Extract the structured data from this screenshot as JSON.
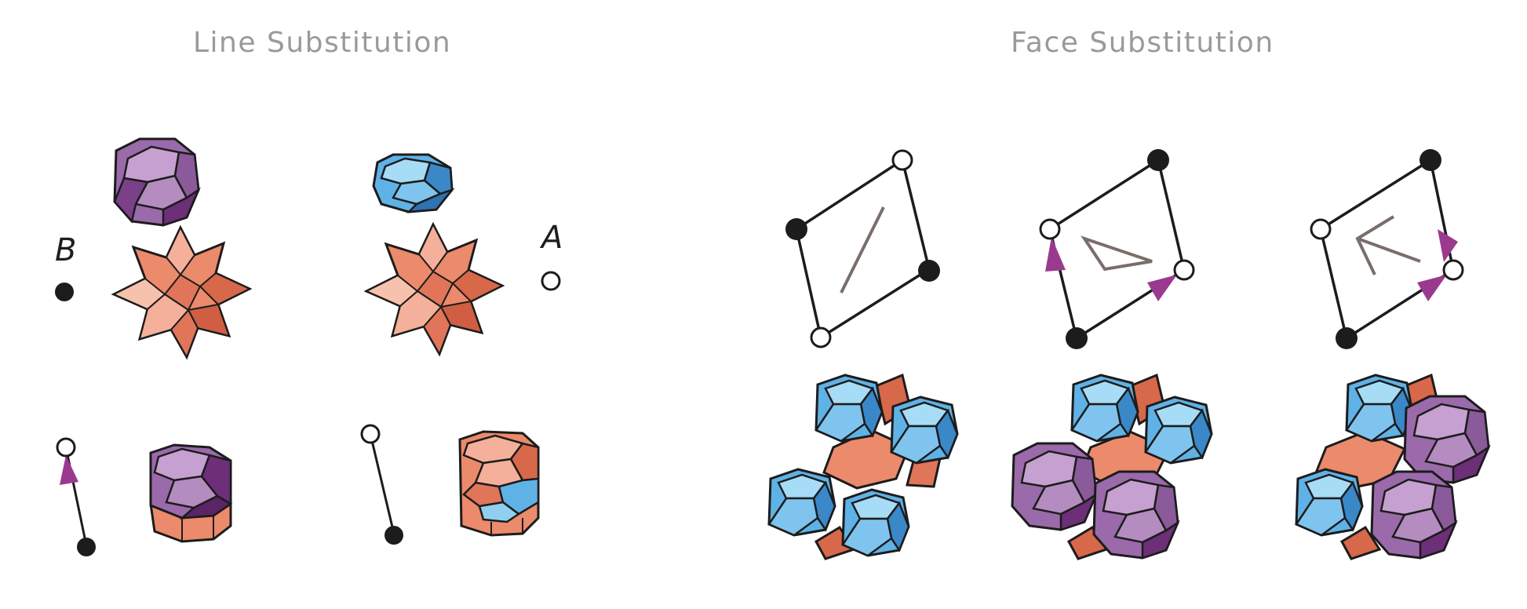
{
  "titles": {
    "line": "Line Substitution",
    "face": "Face Substitution"
  },
  "vertex_labels": {
    "b": "B",
    "a": "A"
  },
  "colors": {
    "purple_light": "#b48cc0",
    "purple_mid": "#9a6aaa",
    "purple_dark": "#6c2f78",
    "blue_light": "#8fd0f0",
    "blue_mid": "#5fb2e6",
    "blue_dark": "#3a88c8",
    "orange_light": "#f4b09a",
    "orange_mid": "#ec8a6c",
    "orange_dark": "#d8684a",
    "arrow": "#9a3a8e",
    "stroke": "#1c1c1c",
    "trace": "#7a6e6a"
  },
  "icons": {
    "filled_vertex": "filled-vertex-icon",
    "open_vertex": "open-vertex-icon",
    "arrow": "magenta-arrow-icon"
  }
}
